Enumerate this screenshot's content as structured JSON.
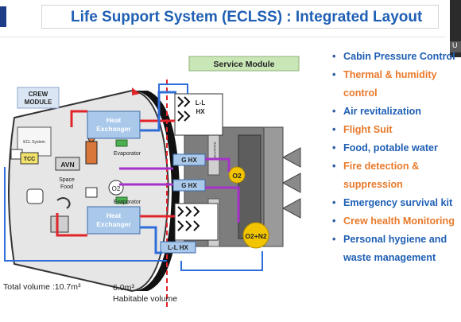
{
  "header": {
    "title": "Life Support System (ECLSS) : Integrated Layout"
  },
  "diagram": {
    "service_module_label": "Service Module",
    "crew_module_label": [
      "CREW",
      "MODULE"
    ],
    "heat_exchanger_top": [
      "Heat",
      "Exchanger"
    ],
    "heat_exchanger_bottom": [
      "Heat",
      "Exchanger"
    ],
    "evaporator_top": "Evaporator",
    "evaporator_bottom": "Evaporator",
    "ll_hx_top": [
      "L-L",
      "HX"
    ],
    "ll_hx_bottom": "L-L HX",
    "g_hx_1": "G HX",
    "g_hx_2": "G HX",
    "o2_label": "O2",
    "o2n2_label": "O2+N2",
    "tcc_label": "TCC",
    "avn_label": "AVN",
    "space_food_label": [
      "Space",
      "Food"
    ],
    "o2_cabin_label": "O2",
    "radiator_label": "RADIATORS",
    "eclss_box_label": "ECL\nSystem"
  },
  "captions": {
    "total_volume": "Total volume :10.7m³",
    "habitable_value": "6.0m³",
    "habitable_label": "Habitable volume"
  },
  "bullets": [
    {
      "text": "Cabin Pressure Control",
      "color": "blue"
    },
    {
      "text": "Thermal & humidity control",
      "color": "orange"
    },
    {
      "text": "Air revitalization",
      "color": "blue"
    },
    {
      "text": "Flight Suit",
      "color": "orange"
    },
    {
      "text": "Food, potable water",
      "color": "blue"
    },
    {
      "text": "Fire detection & suppression",
      "color": "orange"
    },
    {
      "text": "Emergency survival kit",
      "color": "blue"
    },
    {
      "text": "Crew health Monitoring",
      "color": "orange"
    },
    {
      "text": "Personal hygiene and waste management",
      "color": "blue"
    }
  ],
  "colors": {
    "title": "#1f5fb4",
    "bullet_blue": "#1f5fb4",
    "bullet_orange": "#e87a2b",
    "service_module_bg": "#c9e6b6",
    "hx_box": "#a9c8ea",
    "pipe_red": "#e0242a",
    "pipe_blue": "#2f6ed8",
    "pipe_purple": "#a632c9",
    "o2_yellow": "#f2c500"
  },
  "webcam": {
    "initial": "U"
  }
}
